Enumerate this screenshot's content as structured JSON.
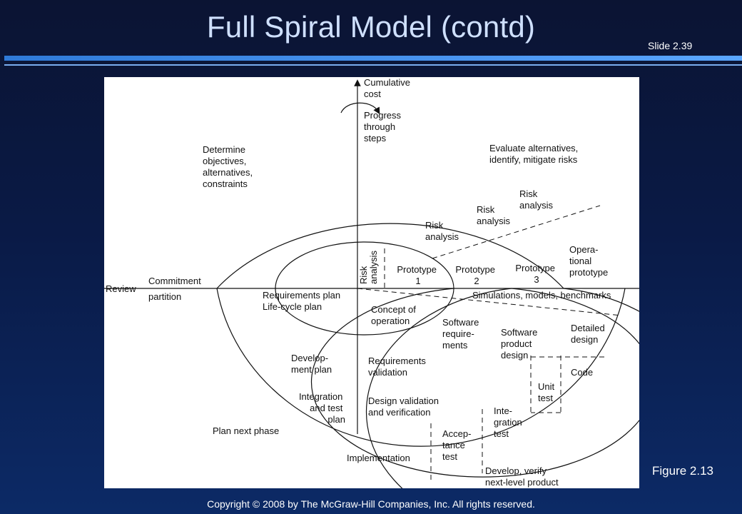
{
  "slide": {
    "title": "Full Spiral Model (contd)",
    "number": "Slide 2.39",
    "figure_caption": "Figure 2.13",
    "copyright": "Copyright © 2008 by The McGraw-Hill Companies, Inc.  All rights reserved."
  },
  "diagram": {
    "axis_top": [
      "Cumulative",
      "cost"
    ],
    "progress": [
      "Progress",
      "through",
      "steps"
    ],
    "determine": [
      "Determine",
      "objectives,",
      "alternatives,",
      "constraints"
    ],
    "evaluate": [
      "Evaluate alternatives,",
      "identify, mitigate risks"
    ],
    "risk_analysis_outer": [
      "Risk",
      "analysis"
    ],
    "risk_analysis_mid": [
      "Risk",
      "analysis"
    ],
    "risk_analysis_inner": [
      "Risk",
      "analysis"
    ],
    "risk_analysis_vertical": [
      "Risk",
      "analysis"
    ],
    "prototype1": [
      "Prototype",
      "1"
    ],
    "prototype2": [
      "Prototype",
      "2"
    ],
    "prototype3": [
      "Prototype",
      "3"
    ],
    "operational_prototype": [
      "Opera-",
      "tional",
      "prototype"
    ],
    "review": "Review",
    "commitment": "Commitment",
    "partition": "partition",
    "requirements_plan": [
      "Requirements plan",
      "Life-cycle plan"
    ],
    "concept": [
      "Concept of",
      "operation"
    ],
    "simulations": "Simulations, models, benchmarks",
    "software_requirements": [
      "Software",
      "require-",
      "ments"
    ],
    "software_product_design": [
      "Software",
      "product",
      "design"
    ],
    "detailed_design": [
      "Detailed",
      "design"
    ],
    "development_plan": [
      "Develop-",
      "ment plan"
    ],
    "requirements_validation": [
      "Requirements",
      "validation"
    ],
    "code": "Code",
    "unit_test": [
      "Unit",
      "test"
    ],
    "integration_test_plan": [
      "Integration",
      "and test",
      "plan"
    ],
    "design_validation": [
      "Design validation",
      "and verification"
    ],
    "integration_test": [
      "Inte-",
      "gration",
      "test"
    ],
    "plan_next_phase": "Plan next phase",
    "acceptance_test": [
      "Accep-",
      "tance",
      "test"
    ],
    "implementation": "Implementation",
    "develop_verify": [
      "Develop, verify",
      "next-level product"
    ]
  }
}
